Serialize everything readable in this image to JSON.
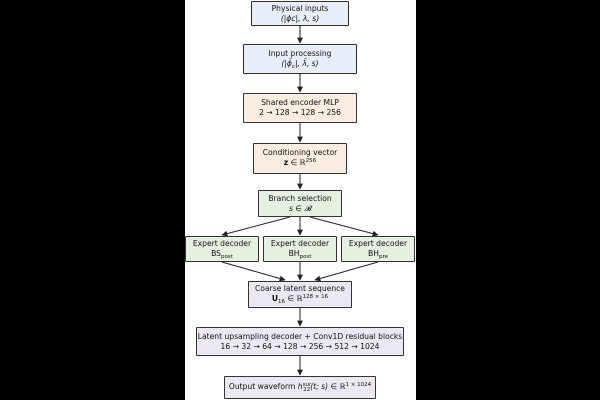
{
  "nodes": {
    "physical": {
      "title": "Physical inputs",
      "formula": "(|ϕc|,  λ,  s)"
    },
    "processing": {
      "title": "Input processing",
      "formula_pre": "(|ϕ̄",
      "formula_sub": "c",
      "formula_post": "|,  λ̄,  s)"
    },
    "encoder": {
      "title": "Shared encoder MLP",
      "formula": "2 → 128 → 128 → 256"
    },
    "conditioning": {
      "title": "Conditioning vector",
      "var": "z",
      "rel": " ∈ ℝ",
      "exp": "256"
    },
    "branch": {
      "title": "Branch selection",
      "formula": "s ∈ 𝓑"
    },
    "bs": {
      "title": "Expert decoder",
      "base": "BS",
      "sub": "post"
    },
    "bh": {
      "title": "Expert decoder",
      "base": "BH",
      "sub": "post"
    },
    "bhpre": {
      "title": "Expert decoder",
      "base": "BH",
      "sub": "pre"
    },
    "coarse": {
      "title": "Coarse latent sequence",
      "var": "U",
      "sub": "16",
      "rel": " ∈ ℝ",
      "exp": "128 × 16"
    },
    "upsampling": {
      "title": "Latent upsampling decoder + Conv1D residual blocks",
      "formula": "16 → 32 → 64 → 128 → 256 → 512 → 1024"
    },
    "output": {
      "title": "Output waveform ",
      "var": "h",
      "sup": "sur",
      "sub": "22",
      "args": "(t; s) ∈ ℝ",
      "exp": "1 × 1024"
    }
  },
  "colors": {
    "input_fill": "#e8eef7",
    "encoder_fill": "#f9ece1",
    "branch_fill": "#e5f0e1",
    "latent_fill": "#ece8f2",
    "border": "#333333",
    "background": "#000000",
    "canvas": "#ffffff"
  }
}
